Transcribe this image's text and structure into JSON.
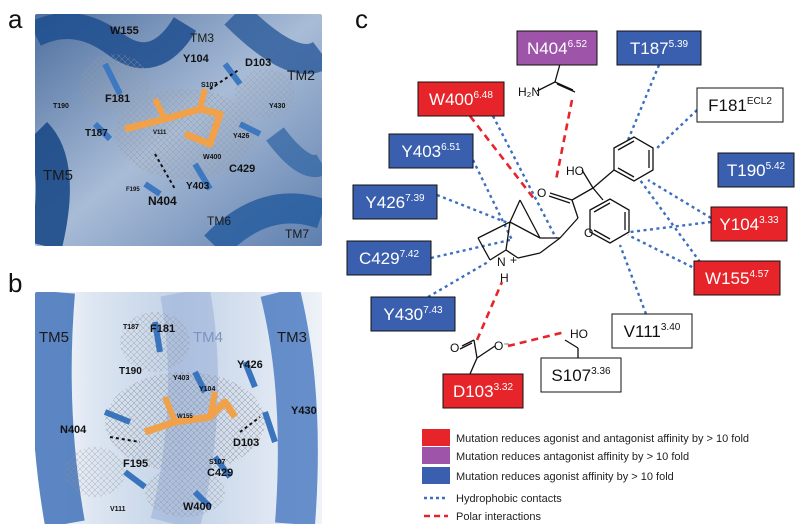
{
  "panels": {
    "a": "a",
    "b": "b",
    "c": "c"
  },
  "structure_a": {
    "labels": [
      "W155",
      "TM3",
      "D103",
      "TM2",
      "Y104",
      "S107",
      "F181",
      "T190",
      "Y430",
      "T187",
      "V111",
      "Y426",
      "W400",
      "TM5",
      "F195",
      "Y403",
      "C429",
      "N404",
      "TM6",
      "TM7"
    ]
  },
  "structure_b": {
    "labels": [
      "T187",
      "F181",
      "TM5",
      "TM4",
      "TM3",
      "Y426",
      "T190",
      "Y403",
      "Y104",
      "W155",
      "Y430",
      "N404",
      "D103",
      "S107",
      "F195",
      "C429",
      "V111",
      "W400"
    ]
  },
  "residues": [
    {
      "id": "N404",
      "name": "N404",
      "sup": "6.52",
      "category": "antagonist"
    },
    {
      "id": "T187",
      "name": "T187",
      "sup": "5.39",
      "category": "agonist"
    },
    {
      "id": "W400",
      "name": "W400",
      "sup": "6.48",
      "category": "both"
    },
    {
      "id": "F181",
      "name": "F181",
      "sup": "ECL2",
      "category": "none"
    },
    {
      "id": "Y403",
      "name": "Y403",
      "sup": "6.51",
      "category": "agonist"
    },
    {
      "id": "T190",
      "name": "T190",
      "sup": "5.42",
      "category": "agonist"
    },
    {
      "id": "Y426",
      "name": "Y426",
      "sup": "7.39",
      "category": "agonist"
    },
    {
      "id": "Y104",
      "name": "Y104",
      "sup": "3.33",
      "category": "both"
    },
    {
      "id": "C429",
      "name": "C429",
      "sup": "7.42",
      "category": "agonist"
    },
    {
      "id": "W155",
      "name": "W155",
      "sup": "4.57",
      "category": "both"
    },
    {
      "id": "Y430",
      "name": "Y430",
      "sup": "7.43",
      "category": "agonist"
    },
    {
      "id": "V111",
      "name": "V111",
      "sup": "3.40",
      "category": "none"
    },
    {
      "id": "S107",
      "name": "S107",
      "sup": "3.36",
      "category": "none"
    },
    {
      "id": "D103",
      "name": "D103",
      "sup": "3.32",
      "category": "both"
    }
  ],
  "chem_labels": {
    "h2n": "H₂N",
    "o1": "O",
    "o2": "O",
    "ho": "HO",
    "o3": "O",
    "nh": "N",
    "h": "H",
    "plus": "+",
    "o_minus": "O⁻",
    "o4": "O",
    "ho2": "HO"
  },
  "legend": [
    {
      "kind": "box",
      "color": "#e8242b",
      "text": "Mutation reduces agonist and antagonist affinity by > 10 fold"
    },
    {
      "kind": "box",
      "color": "#9e54a9",
      "text": "Mutation reduces antagonist affinity by > 10 fold"
    },
    {
      "kind": "box",
      "color": "#3a5fae",
      "text": "Mutation reduces agonist affinity by > 10 fold"
    },
    {
      "kind": "line",
      "color": "#3d6fc0",
      "dash": "dot",
      "text": "Hydrophobic contacts"
    },
    {
      "kind": "line",
      "color": "#e8242b",
      "dash": "dash",
      "text": "Polar interactions"
    }
  ],
  "colors": {
    "both": "#e8242b",
    "antagonist": "#9e54a9",
    "agonist": "#3a5fae",
    "none": "#ffffff",
    "hydrophobic": "#3d6fc0",
    "polar": "#e8242b"
  }
}
